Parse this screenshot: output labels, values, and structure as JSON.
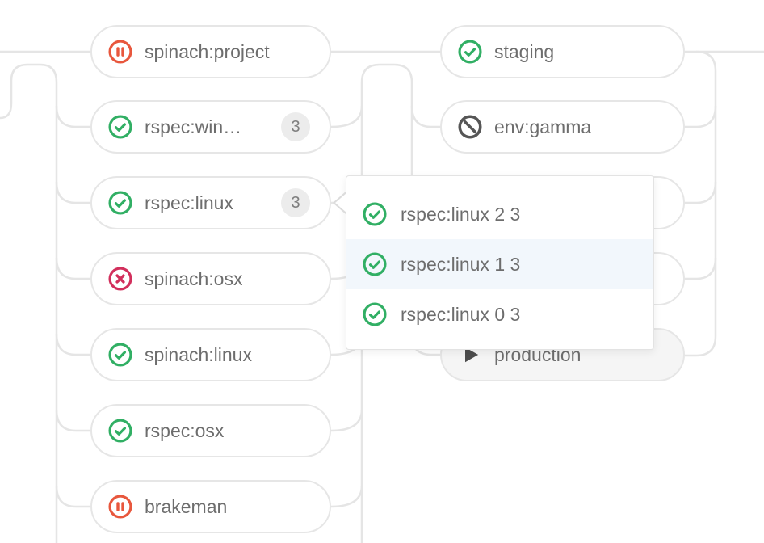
{
  "pipeline": {
    "test_stage": {
      "nodes": [
        {
          "label": "spinach:project",
          "status": "paused"
        },
        {
          "label": "rspec:win…",
          "status": "success",
          "badge": "3"
        },
        {
          "label": "rspec:linux",
          "status": "success",
          "badge": "3"
        },
        {
          "label": "spinach:osx",
          "status": "failed"
        },
        {
          "label": "spinach:linux",
          "status": "success"
        },
        {
          "label": "rspec:osx",
          "status": "success"
        },
        {
          "label": "brakeman",
          "status": "paused"
        }
      ]
    },
    "deploy_stage": {
      "nodes": [
        {
          "label": "staging",
          "status": "success"
        },
        {
          "label": "env:gamma",
          "status": "skipped"
        },
        {
          "label": ""
        },
        {
          "label": ""
        },
        {
          "label": "production",
          "status": "manual"
        }
      ]
    },
    "dropdown": {
      "items": [
        {
          "label": "rspec:linux 2 3",
          "status": "success",
          "highlighted": false
        },
        {
          "label": "rspec:linux 1 3",
          "status": "success",
          "highlighted": true
        },
        {
          "label": "rspec:linux 0 3",
          "status": "success",
          "highlighted": false
        }
      ]
    }
  },
  "colors": {
    "success": "#31af64",
    "paused": "#e8573d",
    "failed": "#d22f5c",
    "skipped": "#565656",
    "play": "#4d4d4d",
    "line": "#e5e5e5",
    "label_text": "#6d6d6d",
    "badge_bg": "#ececec",
    "highlight": "#f2f7fc",
    "manual_bg": "#f5f5f5"
  }
}
